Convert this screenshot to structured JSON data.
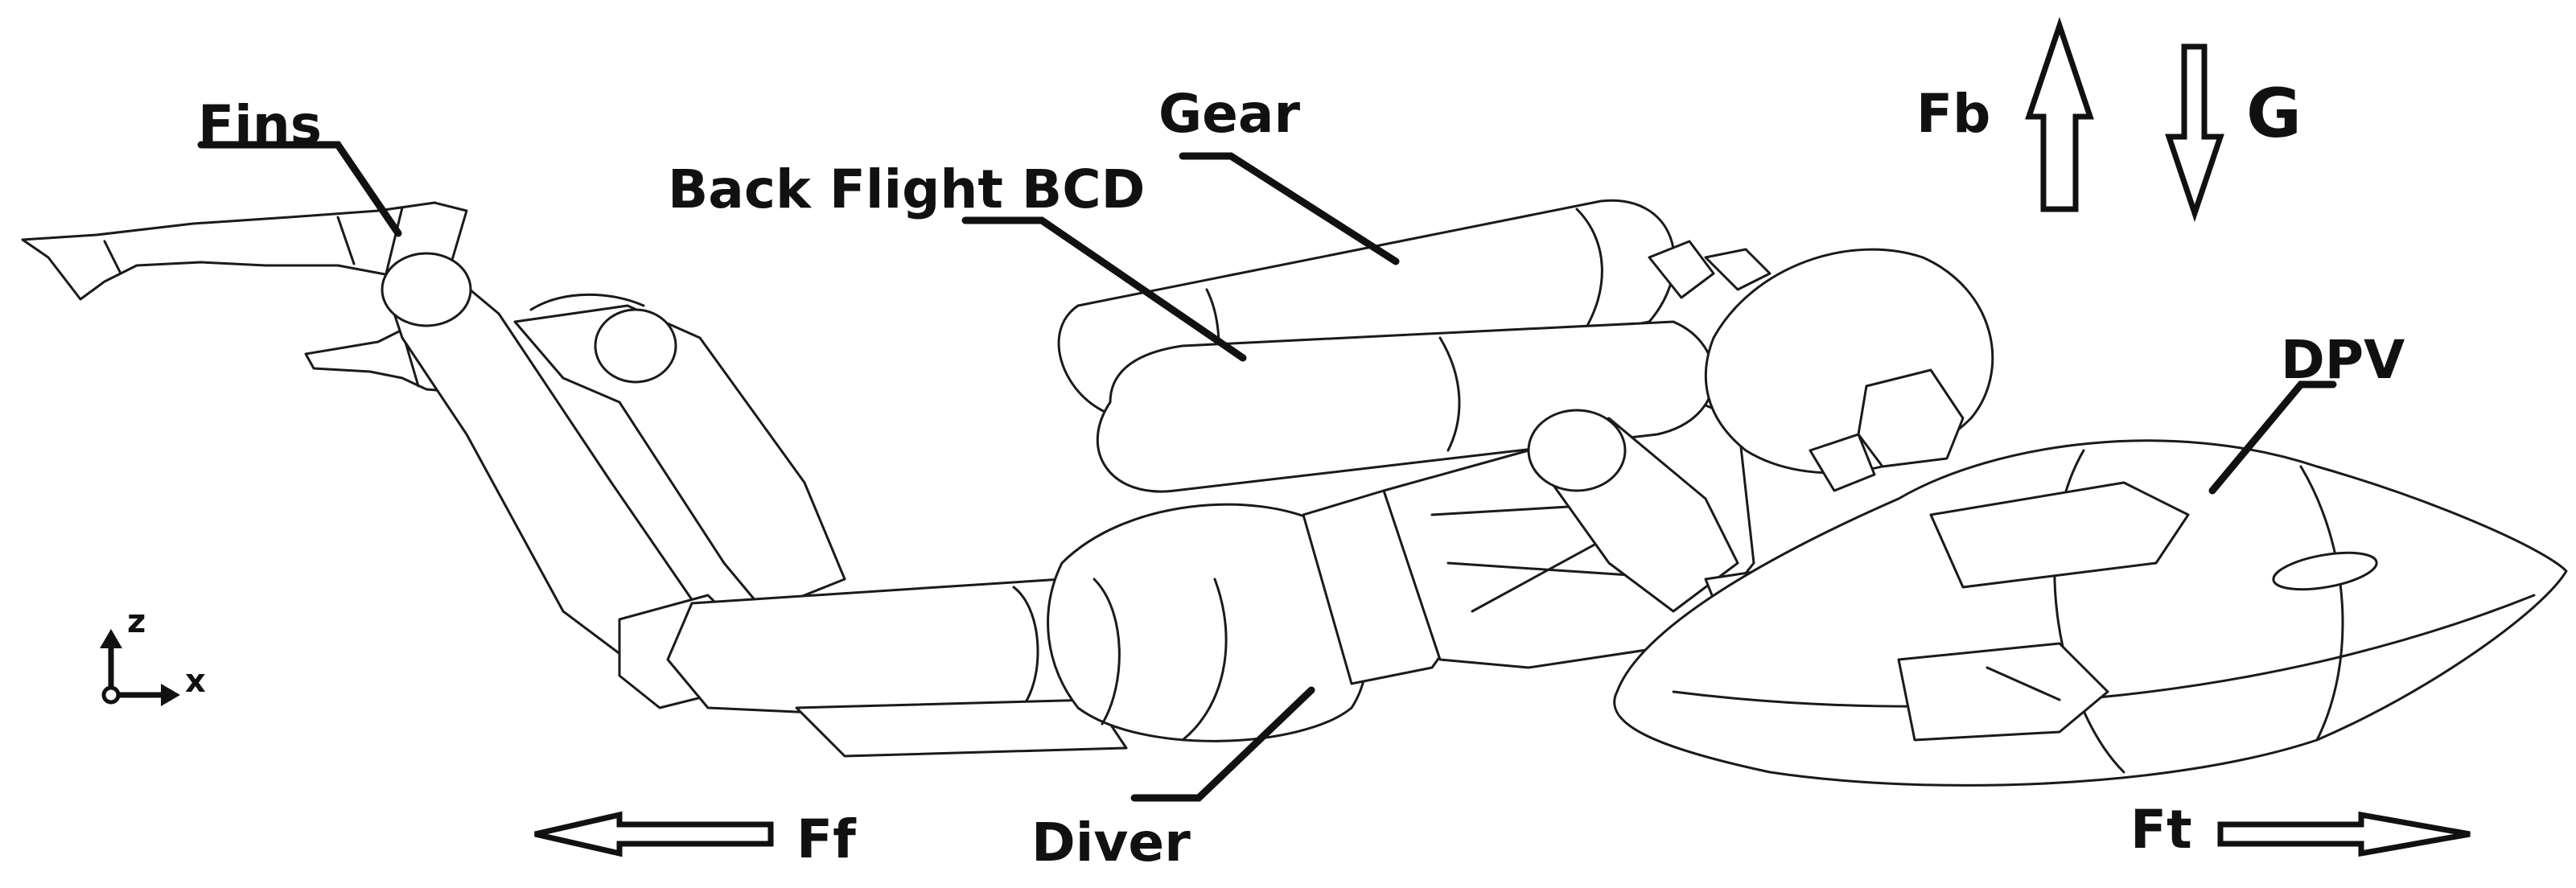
{
  "labels": {
    "fins": "Fins",
    "gear": "Gear",
    "bcd": "Back Flight BCD",
    "dpv": "DPV",
    "diver": "Diver"
  },
  "forces": {
    "buoyancy": "Fb",
    "gravity": "G",
    "friction": "Ff",
    "thrust": "Ft"
  },
  "axes": {
    "z": "z",
    "x": "x"
  },
  "colors": {
    "line": "#1a1a1a",
    "background": "#ffffff"
  }
}
